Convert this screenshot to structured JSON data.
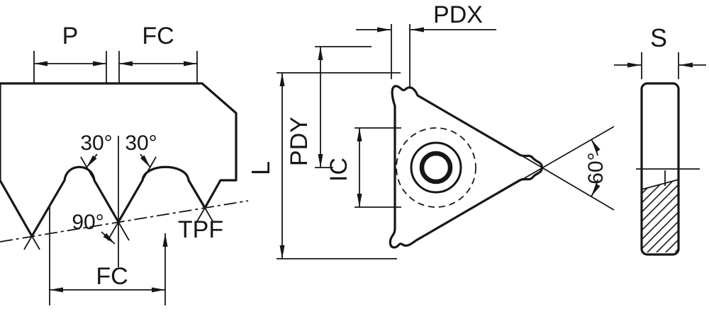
{
  "colors": {
    "insert": "#f7a81e",
    "material": "#d6d6d6",
    "line": "#161616"
  },
  "views": {
    "profile": {
      "labels": {
        "p": "P",
        "fc_top": "FC",
        "angle_left": "30°",
        "angle_right": "30°",
        "angle_90": "90°",
        "tpf": "TPF",
        "fc_bottom": "FC"
      }
    },
    "front": {
      "labels": {
        "pdx": "PDX",
        "l": "L",
        "pdy": "PDY",
        "ic": "IC",
        "angle": "60°"
      }
    },
    "side": {
      "labels": {
        "s": "S"
      }
    }
  }
}
